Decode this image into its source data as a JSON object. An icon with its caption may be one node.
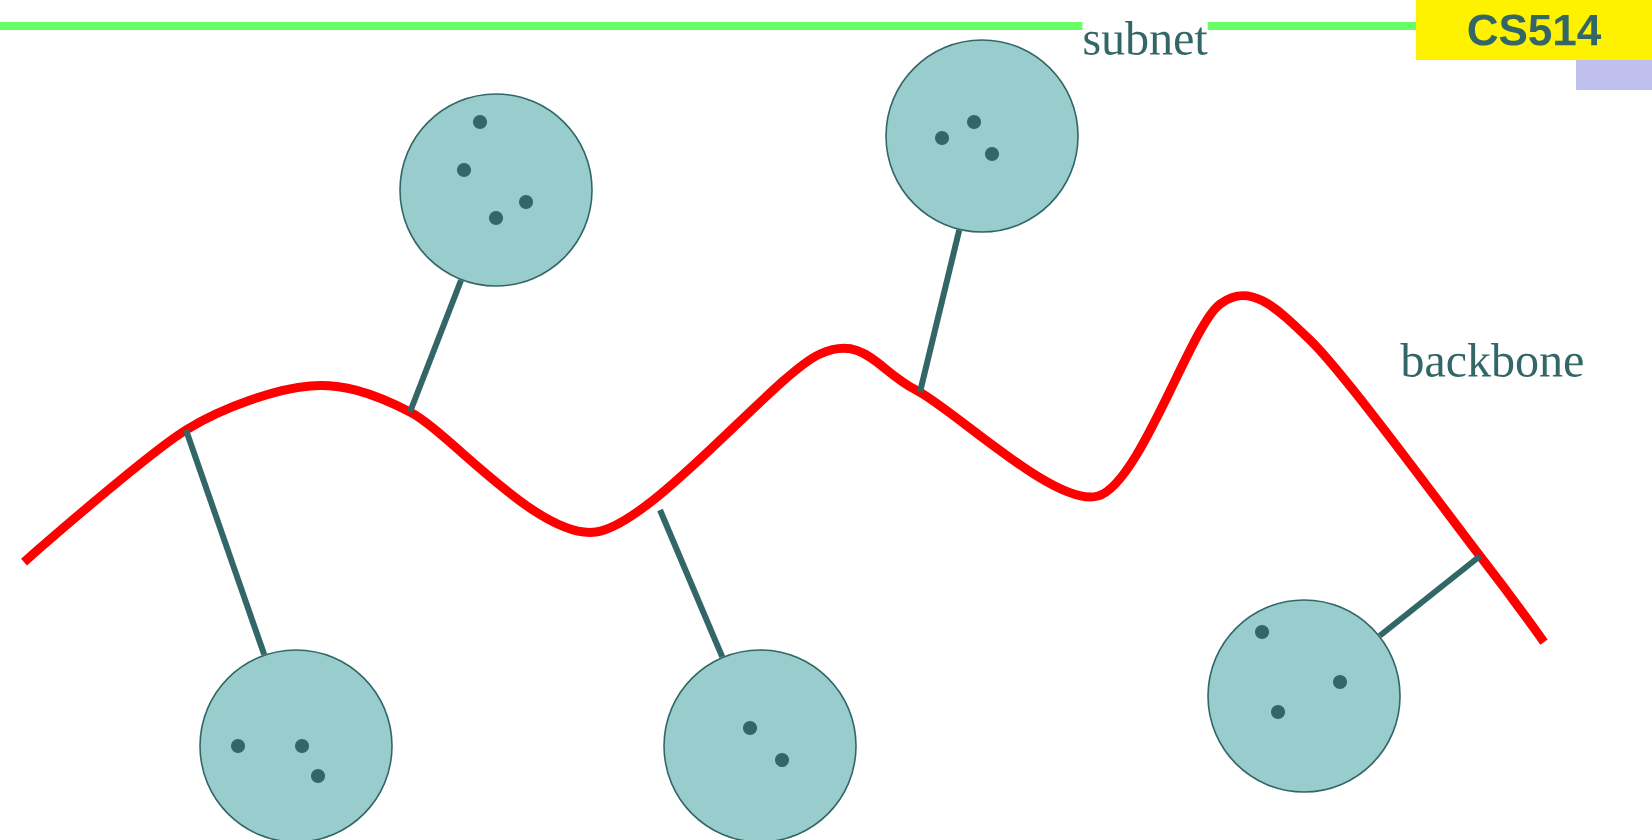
{
  "diagram": {
    "nodes": [
      {
        "text": [
          "backbone"
        ]
      },
      {
        "text": [],
        "shape": "circle"
      },
      {
        "text": [],
        "shape": "circle"
      },
      {
        "text": [],
        "shape": "circle"
      },
      {
        "text": [],
        "shape": "circle"
      },
      {
        "text": [],
        "shape": "circle"
      }
    ],
    "edges": [
      {
        "from": 1,
        "to": 0,
        "arrow": "none"
      },
      {
        "from": 2,
        "to": 0,
        "arrow": "none"
      },
      {
        "from": 3,
        "to": 0,
        "arrow": "none"
      },
      {
        "from": 4,
        "to": 0,
        "arrow": "none"
      },
      {
        "from": 5,
        "to": 0,
        "arrow": "none"
      }
    ],
    "labels": [
      "subnet",
      "CS514"
    ]
  }
}
